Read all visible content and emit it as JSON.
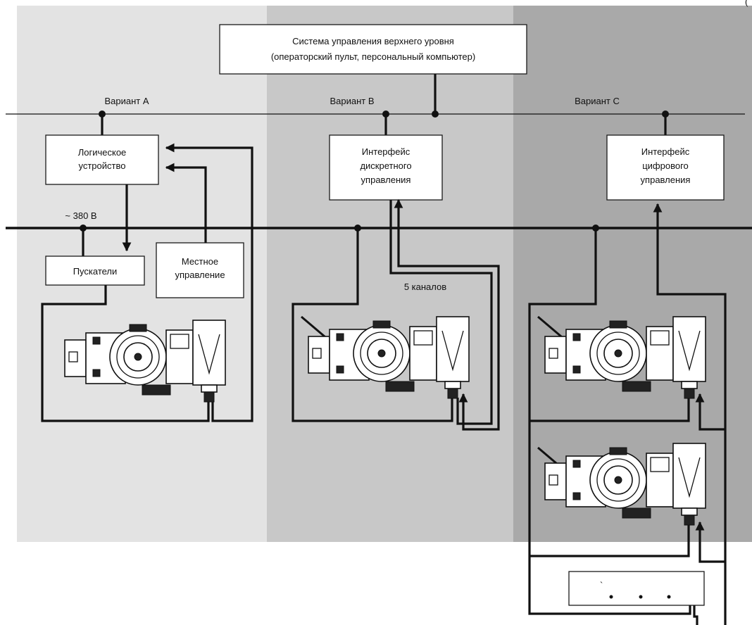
{
  "header_fragment": "(",
  "top_system": {
    "line1": "Система управления верхнего уровня",
    "line2": "(операторский пульт, персональный компьютер)"
  },
  "variants": {
    "a": "Вариант А",
    "b": "Вариант В",
    "c": "Вариант С"
  },
  "voltage_label": "~ 380 В",
  "blocks": {
    "logic": [
      "Логическое",
      "устройство"
    ],
    "starters": "Пускатели",
    "local_control": [
      "Местное",
      "управление"
    ],
    "discrete_interface": [
      "Интерфейс",
      "дискретного",
      "управления"
    ],
    "digital_interface": [
      "Интерфейс",
      "цифрового",
      "управления"
    ]
  },
  "channels_label": "5 каналов",
  "terminator_glyph": "`",
  "colors": {
    "panel_a": "#e3e3e3",
    "panel_b": "#c8c8c8",
    "panel_c": "#a9a9a9",
    "line": "#111111"
  },
  "icons": [
    "electric-actuator-icon",
    "arrow-head-icon",
    "junction-dot-icon"
  ]
}
